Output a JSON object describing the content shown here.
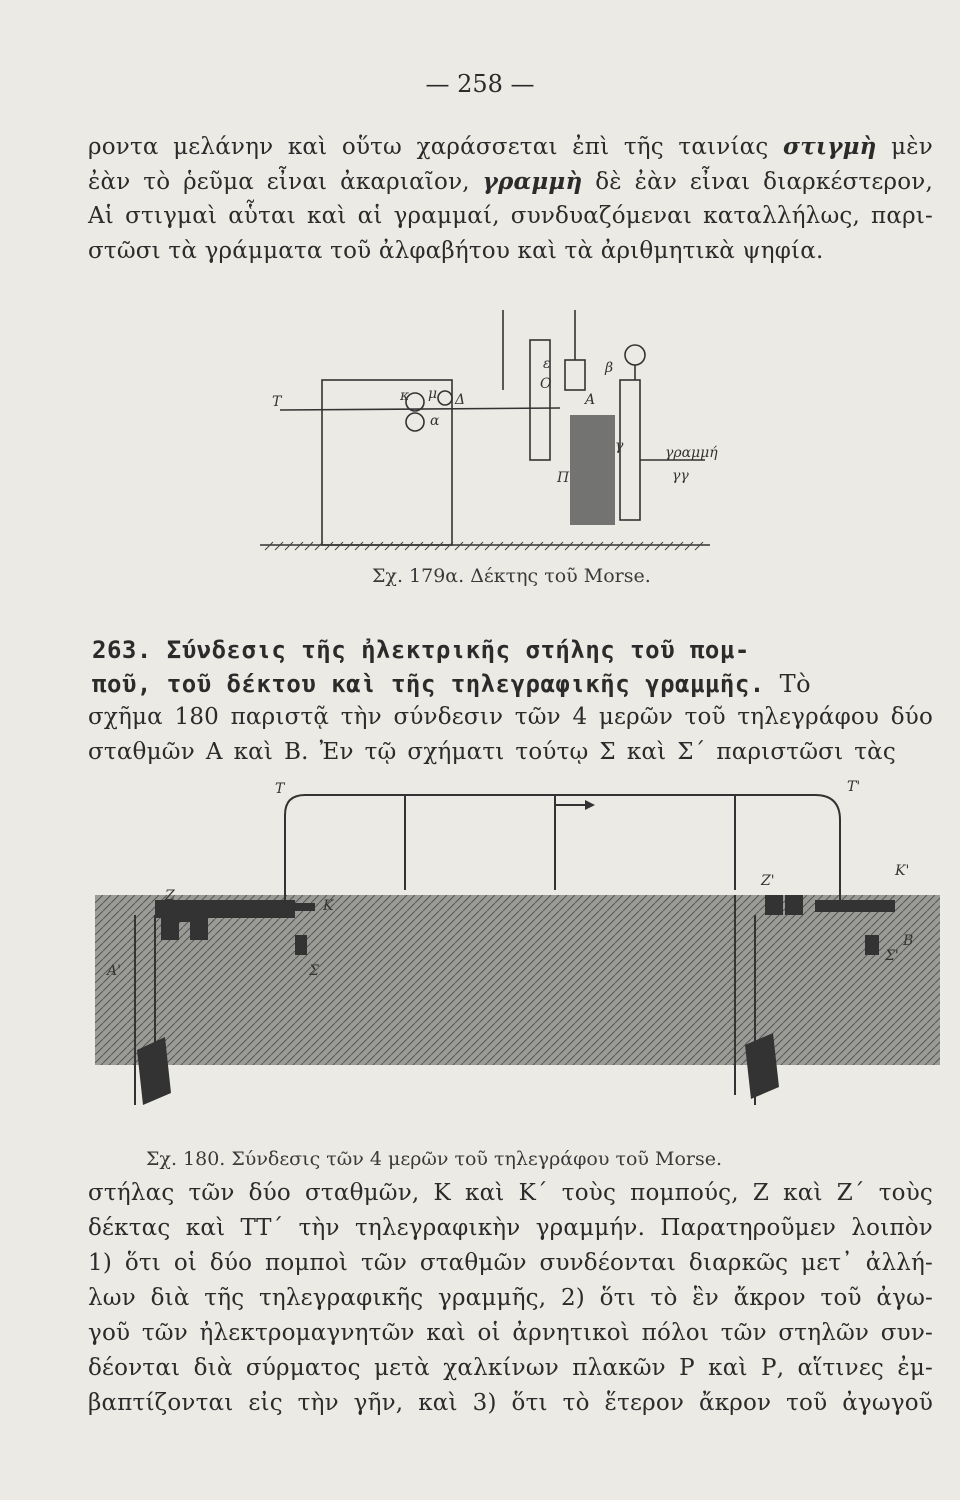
{
  "page_number": "— 258 —",
  "paragraph_1": [
    [
      "ροντα μελάνην καὶ οὕτω χαράσσεται ἐπὶ τῆς ταινίας ",
      "στιγμὴ",
      " μὲν"
    ],
    [
      "ἐὰν τὸ ῥεῦμα εἶναι ἀκαριαῖον, ",
      "γραμμὴ",
      " δὲ ἐὰν εἶναι διαρκέστερον,"
    ],
    [
      "Αἱ στιγμαὶ αὗται καὶ αἱ γραμμαί, συνδυαζόμεναι καταλλήλως, παρι-"
    ],
    [
      "στῶσι τὰ γράμματα τοῦ ἀλφαβήτου καὶ τὰ ἀριθμητικὰ ψηφία."
    ]
  ],
  "figure_179a": {
    "caption": "Σχ. 179α. Δέκτης τοῦ Morse.",
    "labels": {
      "T": "T",
      "k": "κ",
      "mu": "μ",
      "delta": "Δ",
      "a": "α",
      "A": "A",
      "b": "β",
      "g": "γ",
      "p": "Π",
      "o": "O",
      "e": "ε",
      "line": "γραμμή",
      "gg": "γγ"
    }
  },
  "section": {
    "number": "263.",
    "heading_line_1": "Σύνδεσις τῆς ἠλεκτρικῆς στήλης τοῦ πομ-",
    "heading_line_2": "ποῦ, τοῦ δέκτου καὶ τῆς τηλεγραφικῆς γραμμῆς.",
    "heading_tail": "Τὸ",
    "lines": [
      "σχῆμα 180 παριστᾷ τὴν σύνδεσιν τῶν 4 μερῶν τοῦ τηλεγράφου δύο",
      "σταθμῶν Α καὶ Β. Ἐν τῷ σχήματι τούτῳ Σ καὶ Σ΄ παριστῶσι τὰς"
    ]
  },
  "figure_180": {
    "caption": "Σχ. 180. Σύνδεσις τῶν 4 μερῶν τοῦ τηλεγράφου τοῦ Morse.",
    "labels": {
      "T": "T",
      "T2": "T'",
      "Z": "Z",
      "Z2": "Z'",
      "K": "K",
      "K2": "K'",
      "A": "A'",
      "B": "B",
      "S": "Σ",
      "S2": "Σ'"
    }
  },
  "paragraph_2": [
    "στήλας τῶν δύο σταθμῶν, Κ καὶ Κ΄ τοὺς πομπούς, Ζ καὶ Ζ΄ τοὺς",
    "δέκτας καὶ ΤΤ΄ τὴν τηλεγραφικὴν γραμμήν. Παρατηροῦμεν λοιπὸν",
    "1) ὅτι οἱ δύο πομποὶ τῶν σταθμῶν συνδέονται διαρκῶς μετ᾽ ἀλλή-",
    "λων διὰ τῆς τηλεγραφικῆς γραμμῆς, 2) ὅτι τὸ ἓν ἄκρον τοῦ ἀγω-",
    "γοῦ τῶν ἠλεκτρομαγνητῶν καὶ οἱ ἀρνητικοὶ πόλοι τῶν στηλῶν συν-",
    "δέονται διὰ σύρματος μετὰ χαλκίνων πλακῶν Ρ καὶ Ρ, αἵτινες ἐμ-",
    "βαπτίζονται εἰς τὴν γῆν, καὶ 3) ὅτι τὸ ἕτερον ἄκρον τοῦ ἀγωγοῦ"
  ]
}
